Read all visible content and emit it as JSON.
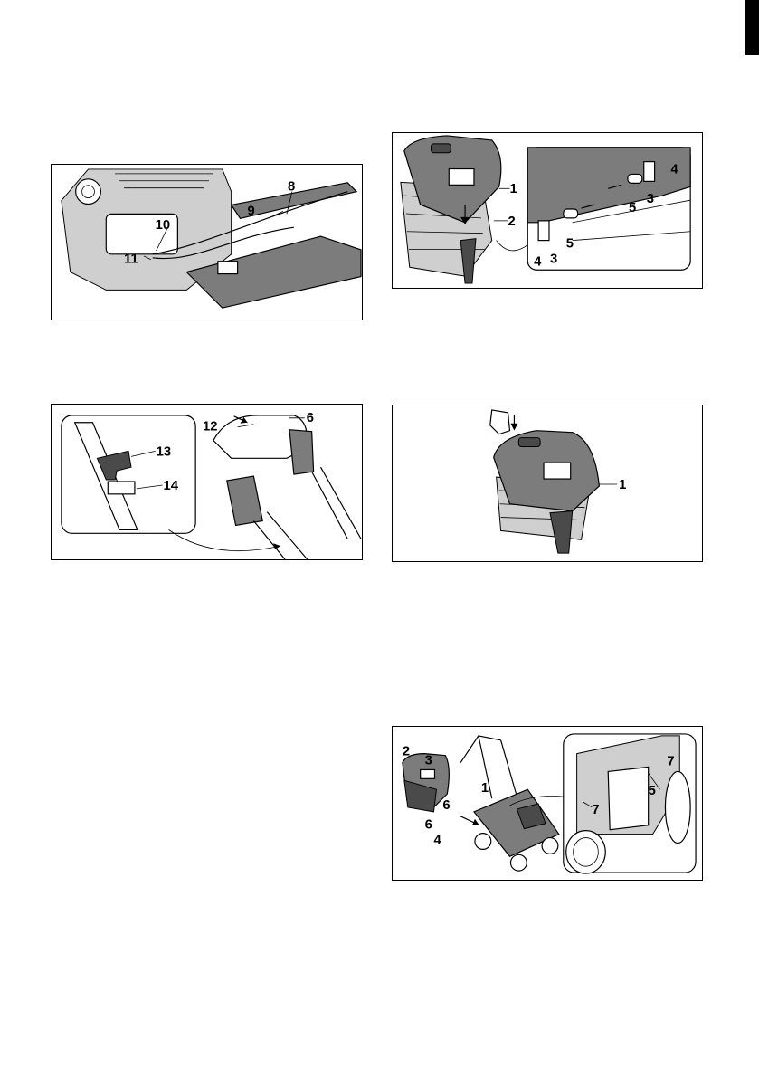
{
  "figures": {
    "fig_engine_cable": {
      "callouts": [
        "8",
        "9",
        "10",
        "11"
      ]
    },
    "fig_handle_clip": {
      "callouts": [
        "12",
        "6",
        "13",
        "14"
      ]
    },
    "fig_catcher_assembly": {
      "callouts": [
        "1",
        "2",
        "4",
        "3",
        "5",
        "5",
        "3",
        "4"
      ]
    },
    "fig_catcher_press": {
      "callouts": [
        "1"
      ]
    },
    "fig_mower_attach": {
      "callouts": [
        "2",
        "3",
        "6",
        "1",
        "6",
        "4",
        "7",
        "5",
        "7"
      ]
    }
  },
  "colors": {
    "ink": "#000000",
    "housing_gray": "#7c7c7c",
    "dark_gray": "#4a4a4a"
  }
}
